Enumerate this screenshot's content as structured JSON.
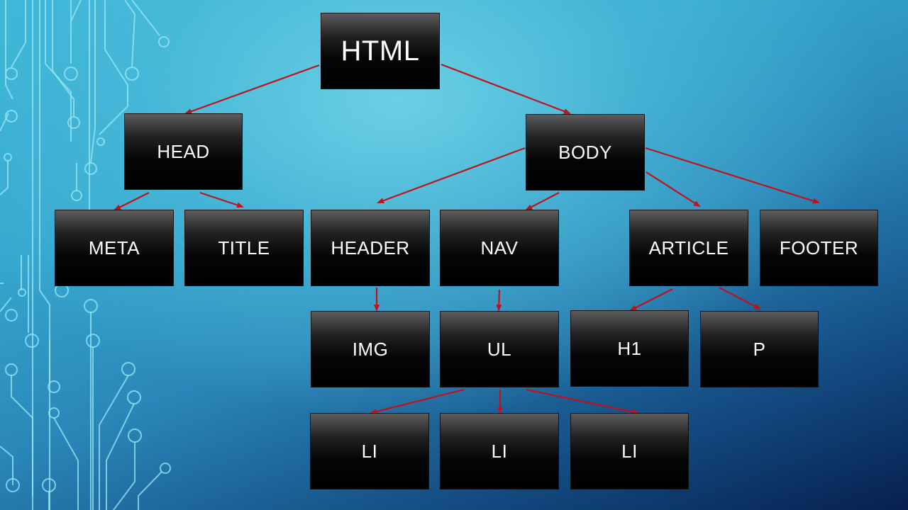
{
  "diagram": {
    "nodes": {
      "html": "HTML",
      "head": "HEAD",
      "body": "BODY",
      "meta": "META",
      "title": "TITLE",
      "header": "HEADER",
      "nav": "NAV",
      "article": "ARTICLE",
      "footer": "FOOTER",
      "img": "IMG",
      "ul": "UL",
      "h1": "H1",
      "p": "P",
      "li1": "LI",
      "li2": "LI",
      "li3": "LI"
    },
    "edges": [
      [
        "html",
        "head"
      ],
      [
        "html",
        "body"
      ],
      [
        "head",
        "meta"
      ],
      [
        "head",
        "title"
      ],
      [
        "body",
        "header"
      ],
      [
        "body",
        "nav"
      ],
      [
        "body",
        "article"
      ],
      [
        "body",
        "footer"
      ],
      [
        "header",
        "img"
      ],
      [
        "nav",
        "ul"
      ],
      [
        "article",
        "h1"
      ],
      [
        "article",
        "p"
      ],
      [
        "ul",
        "li1"
      ],
      [
        "ul",
        "li2"
      ],
      [
        "ul",
        "li3"
      ]
    ],
    "colors": {
      "arrow": "#c0121b",
      "node_text": "#ffffff",
      "circuit": "#8fe6f5"
    }
  }
}
